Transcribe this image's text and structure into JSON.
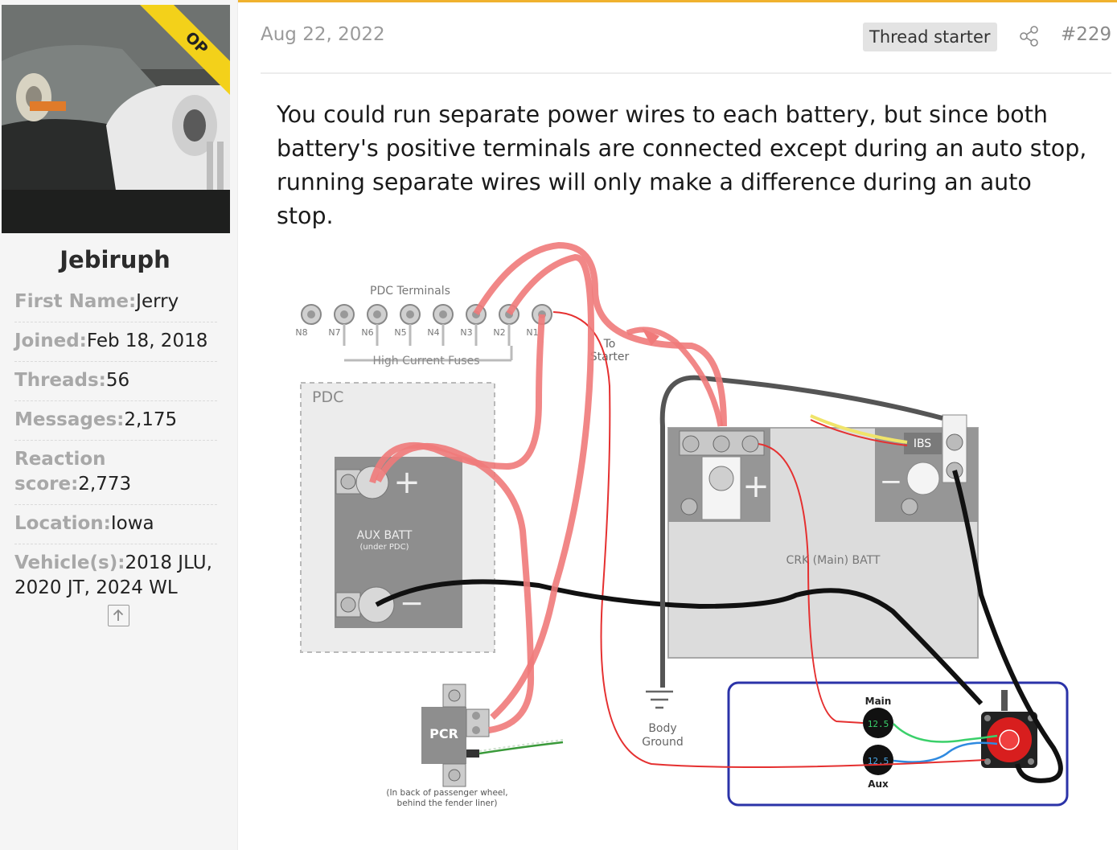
{
  "sidebar": {
    "avatar_badge": "OP",
    "username": "Jebiruph",
    "info": [
      {
        "label": "First Name:",
        "value": "Jerry"
      },
      {
        "label": "Joined:",
        "value": "Feb 18, 2018"
      },
      {
        "label": "Threads:",
        "value": "56"
      },
      {
        "label": "Messages:",
        "value": "2,175"
      },
      {
        "label": "Reaction score:",
        "value": "2,773"
      },
      {
        "label": "Location:",
        "value": "Iowa"
      },
      {
        "label": "Vehicle(s):",
        "value": "2018 JLU, 2020 JT, 2024 WL"
      }
    ]
  },
  "post": {
    "date": "Aug 22, 2022",
    "badge": "Thread starter",
    "number": "#229",
    "body": "You could run separate power wires to each battery, but since both battery's positive terminals are connected except during an auto stop, running separate wires will only make a difference during an auto stop."
  },
  "diagram": {
    "pdc_terminals_title": "PDC Terminals",
    "terminals": [
      "N8",
      "N7",
      "N6",
      "N5",
      "N4",
      "N3",
      "N2",
      "N1"
    ],
    "high_current_fuses": "High Current Fuses",
    "pdc": "PDC",
    "aux_batt": "AUX BATT",
    "aux_batt_sub": "(under PDC)",
    "to_starter_1": "To",
    "to_starter_2": "Starter",
    "ibs": "IBS",
    "crk_batt": "CRK (Main) BATT",
    "pcr": "PCR",
    "pcr_note_1": "(In back of passenger wheel,",
    "pcr_note_2": "behind the fender liner)",
    "body_ground_1": "Body",
    "body_ground_2": "Ground",
    "meter_main": "Main",
    "meter_aux": "Aux",
    "meter_reading": "12.5",
    "plus": "+",
    "minus": "−"
  },
  "colors": {
    "accent": "#f0b22e",
    "power_wire": "#f07a7a",
    "ground_wire": "#111111",
    "sense_wire": "#e53030",
    "switch_box": "#2b33a8"
  }
}
